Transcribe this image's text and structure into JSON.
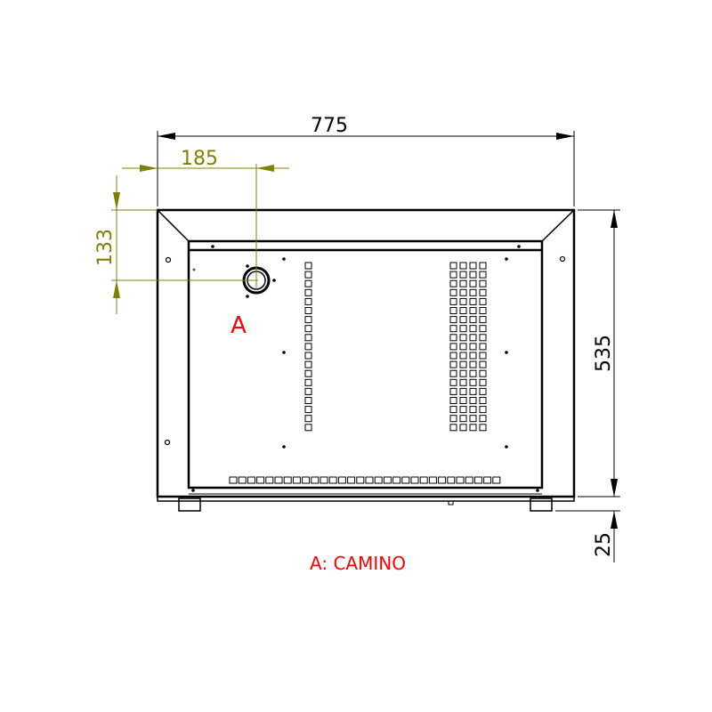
{
  "colors": {
    "outline": "#000000",
    "dimension_secondary": "#808000",
    "annotation": "#ff0000"
  },
  "dimensions": {
    "width": "775",
    "chimney_offset_x": "185",
    "chimney_offset_y": "133",
    "height": "535",
    "foot_height": "25"
  },
  "labels": {
    "chimney_marker": "A",
    "legend": "A: CAMINO"
  }
}
